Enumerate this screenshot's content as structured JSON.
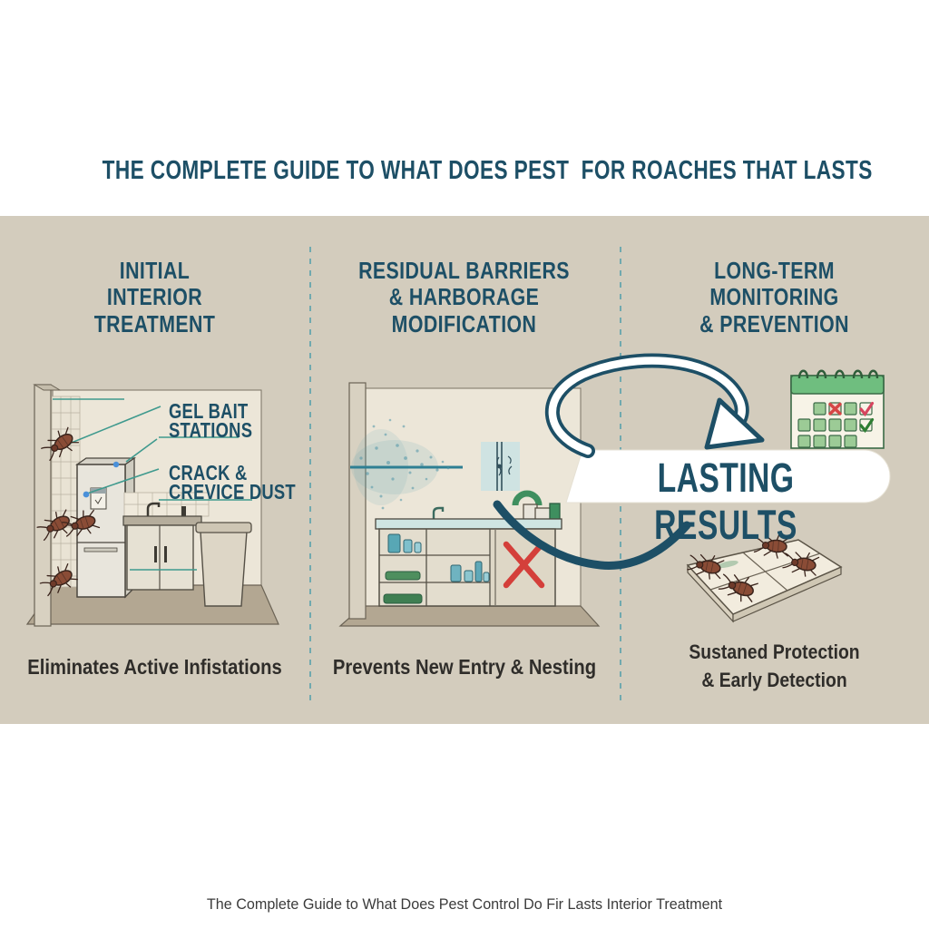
{
  "title": "THE COMPLETE GUIDE TO WHAT DOES PEST  FOR ROACHES THAT LASTS",
  "footer": "The Complete Guide to What Does Pest Control Do Fir Lasts Interior Treatment",
  "banner": {
    "label": "LASTING RESULTS"
  },
  "columns": [
    {
      "id": "initial-interior-treatment",
      "heading_lines": [
        "INITIAL",
        "INTERIOR",
        "TREATMENT"
      ],
      "labels": [
        {
          "lines": [
            "GEL BAIT",
            "STATIONS"
          ]
        },
        {
          "lines": [
            "CRACK &",
            "CREVICE DUST"
          ]
        }
      ],
      "caption_lines": [
        "Eliminates Active Infistations"
      ]
    },
    {
      "id": "residual-barriers-harborage-modification",
      "heading_lines": [
        "RESIDUAL BARRIERS",
        "& HARBORAGE",
        "MODIFICATION"
      ],
      "caption_lines": [
        "Prevents New Entry & Nesting"
      ]
    },
    {
      "id": "long-term-monitoring-prevention",
      "heading_lines": [
        "LONG-TERM",
        "MONITORING",
        "& PREVENTION"
      ],
      "caption_lines": [
        "Sustaned Protection",
        "& Early Detection"
      ]
    }
  ],
  "icons": {
    "swirl-arrow-icon": "large looping arrow pointing to results banner",
    "calendar-icon": "monitoring calendar with green days, red X and checkmarks",
    "glue-trap-icon": "sticky monitor board with trapped roaches",
    "roach-icon": "brown cockroach",
    "red-x-icon": "red cross over blocked harborage",
    "spray-mist-icon": "residual barrier spray mist",
    "crack-seal-icon": "sealed wall crack panel",
    "pipe-seal-icon": "sealed pipe penetration",
    "gel-bait-dot-icon": "blue gel bait drop",
    "kitchen-illustration": "kitchen with fridge, sink and roaches",
    "shelf-illustration": "cleared shelving unit with sealed wall"
  },
  "colors": {
    "accent_teal": "#1d4f66",
    "pointer_teal": "#3f9a8e",
    "divider_teal": "#5fa3ad",
    "band_beige": "#d3ccbd",
    "calendar_green": "#6fbe7f",
    "cell_green": "#9ccb96",
    "alert_red": "#d64545",
    "roach_brown": "#8a4c36",
    "floor_taupe": "#b3a792",
    "wall_cream": "#ece6d8"
  }
}
